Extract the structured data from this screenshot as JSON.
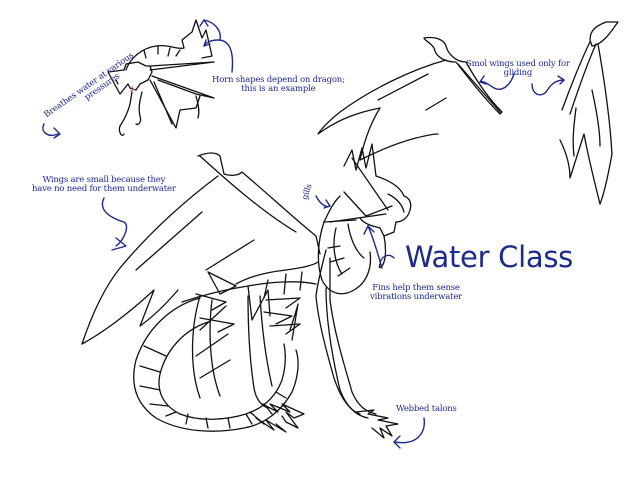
{
  "title": "Water Class",
  "annotations": {
    "breathes": {
      "line1": "Breathes water at various",
      "line2": "pressures"
    },
    "horns": {
      "line1": "Horn shapes depend on dragon;",
      "line2": "this is an example"
    },
    "smol_wings": {
      "line1": "Smol wings used only for",
      "line2": "gliding"
    },
    "wings_small": {
      "line1": "Wings are small because they",
      "line2": "have no need for them underwater"
    },
    "gills": "gills",
    "fins": {
      "line1": "Fins help them sense",
      "line2": "vibrations underwater"
    },
    "talons": "Webbed talons"
  },
  "colors": {
    "annotation": "#1c2a8a",
    "line_art": "#111111",
    "mouth_accent": "#e070c8",
    "background": "#ffffff"
  }
}
